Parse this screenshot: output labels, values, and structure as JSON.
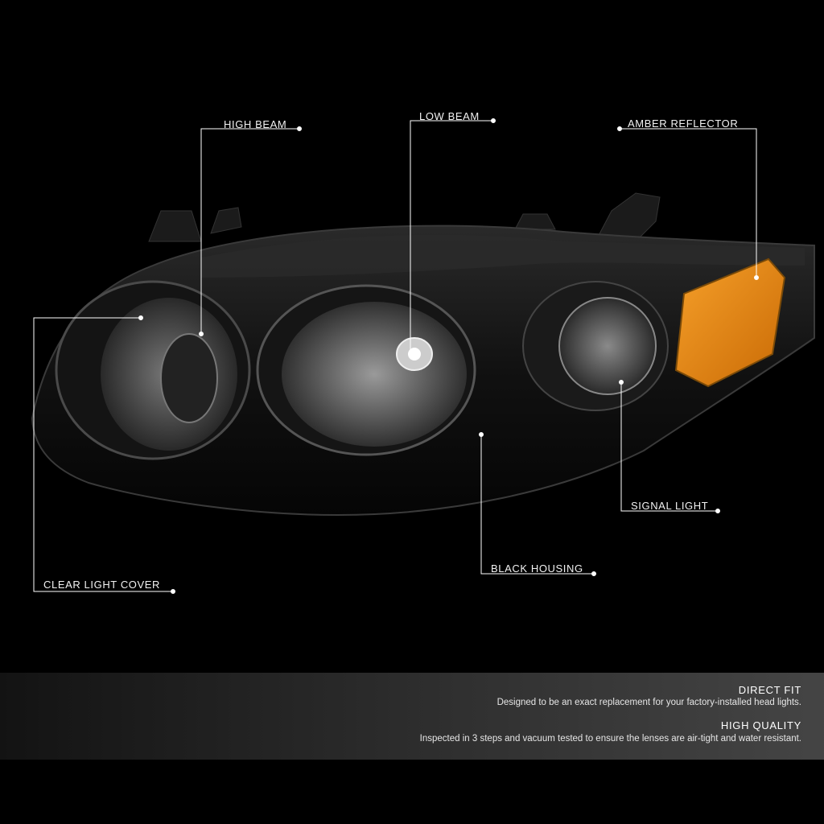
{
  "callouts": {
    "high_beam": "HIGH BEAM",
    "low_beam": "LOW BEAM",
    "amber_reflector": "AMBER REFLECTOR",
    "signal_light": "SIGNAL LIGHT",
    "black_housing": "BLACK HOUSING",
    "clear_light_cover": "CLEAR LIGHT COVER"
  },
  "features": [
    {
      "title": "DIRECT FIT",
      "description": "Designed to be an exact replacement for your factory-installed head lights."
    },
    {
      "title": "HIGH QUALITY",
      "description": "Inspected in 3 steps and vacuum tested to ensure the lenses are air-tight and water resistant."
    }
  ],
  "colors": {
    "background": "#000000",
    "amber": "#e8870f",
    "line": "#ffffff"
  }
}
